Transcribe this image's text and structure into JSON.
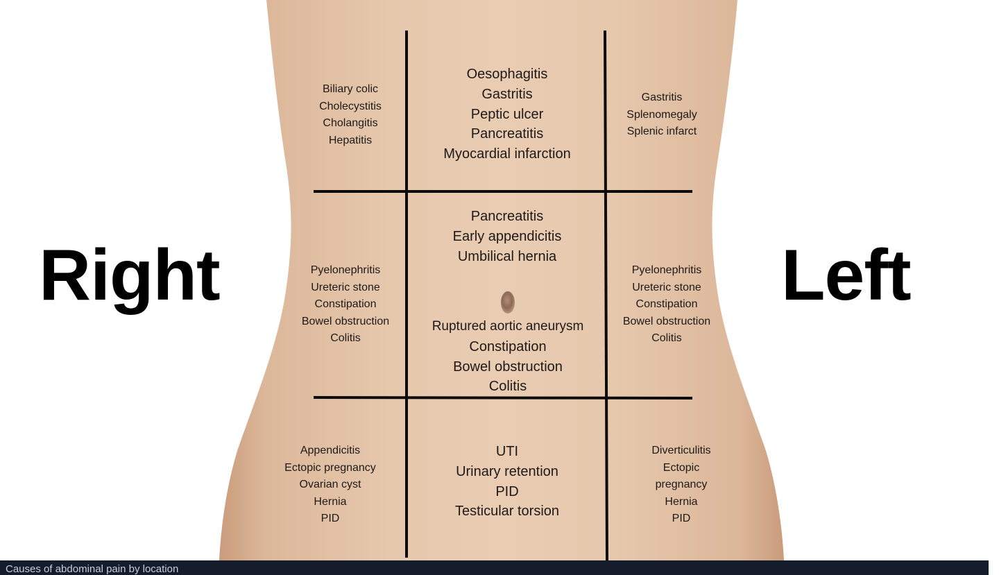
{
  "labels": {
    "right": "Right",
    "left": "Left"
  },
  "colors": {
    "skin_light": "#e8ccb2",
    "skin_mid": "#e1c0a2",
    "skin_edge": "#cfa383",
    "grid": "#0d0b0a",
    "text": "#1e1a17",
    "footer": "#151c2c"
  },
  "regions": {
    "right_hypochondriac": [
      "Biliary colic",
      "Cholecystitis",
      "Cholangitis",
      "Hepatitis"
    ],
    "epigastric": [
      "Oesophagitis",
      "Gastritis",
      "Peptic ulcer",
      "Pancreatitis",
      "Myocardial infarction"
    ],
    "left_hypochondriac": [
      "Gastritis",
      "Splenomegaly",
      "Splenic infarct"
    ],
    "right_lumbar": [
      "Pyelonephritis",
      "Ureteric stone",
      "Constipation",
      "Bowel obstruction",
      "Colitis"
    ],
    "umbilical_upper": [
      "Pancreatitis",
      "Early appendicitis",
      "Umbilical hernia"
    ],
    "umbilical_lower": [
      "Ruptured aortic aneurysm",
      "Constipation",
      "Bowel obstruction",
      "Colitis"
    ],
    "left_lumbar": [
      "Pyelonephritis",
      "Ureteric stone",
      "Constipation",
      "Bowel obstruction",
      "Colitis"
    ],
    "right_iliac": [
      "Appendicitis",
      "Ectopic pregnancy",
      "Ovarian cyst",
      "Hernia",
      "PID"
    ],
    "hypogastric": [
      "UTI",
      "Urinary retention",
      "PID",
      "Testicular torsion"
    ],
    "left_iliac": [
      "Diverticulitis",
      "Ectopic",
      "pregnancy",
      "Hernia",
      "PID"
    ]
  },
  "footer": {
    "caption": "Causes of abdominal pain by location"
  }
}
